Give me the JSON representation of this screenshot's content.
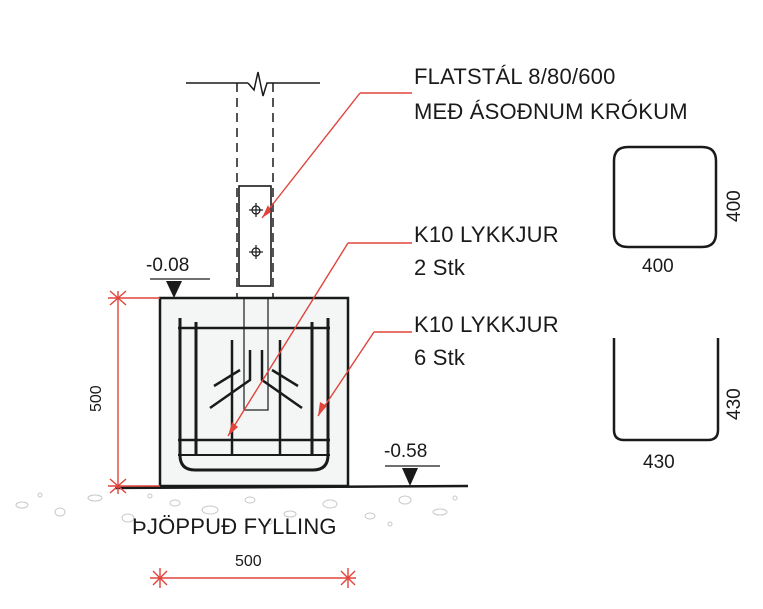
{
  "labels": {
    "flatsteel_line1": "FLATSTÁL 8/80/600",
    "flatsteel_line2": "MEÐ ÁSOÐNUM KRÓKUM",
    "loops_a_line1": "K10 LYKKJUR",
    "loops_a_line2": "2 Stk",
    "loops_b_line1": "K10 LYKKJUR",
    "loops_b_line2": "6 Stk",
    "fill": "ÞJÖPPUÐ FYLLING"
  },
  "levels": {
    "top": "-0.08",
    "bottom": "-0.58"
  },
  "dimensions": {
    "height": "500",
    "width": "500",
    "loop_a_width": "400",
    "loop_a_height": "400",
    "loop_b_width": "430",
    "loop_b_height": "430"
  },
  "colors": {
    "line": "#1a1a1a",
    "dimension": "#e0443c",
    "fill_concrete": "#f3f6f5",
    "gravel": "#c8c8c8"
  }
}
